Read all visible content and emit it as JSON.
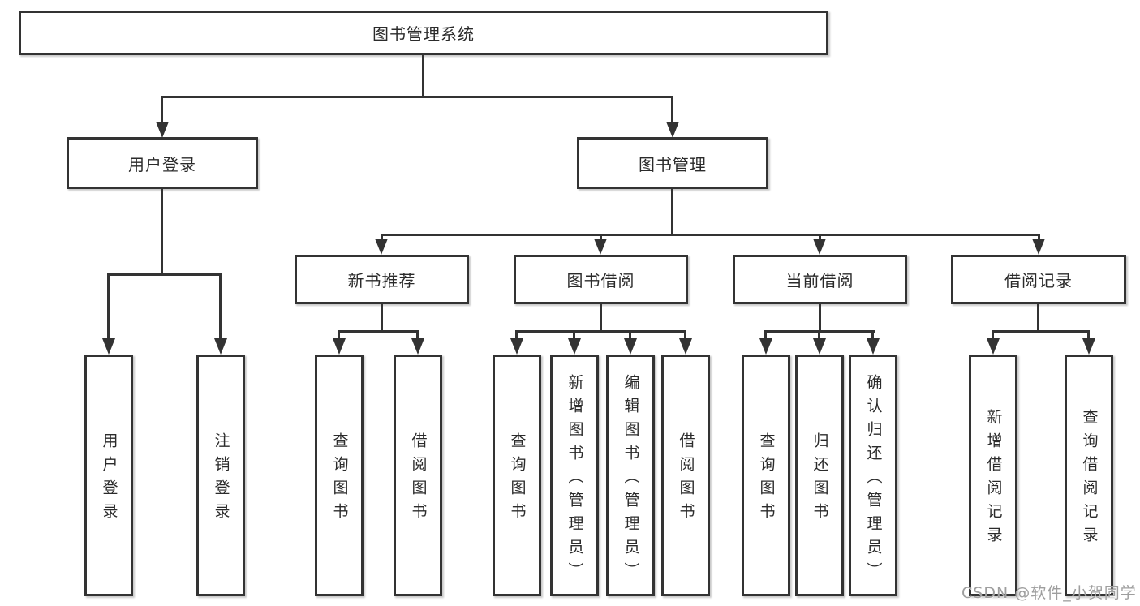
{
  "diagram": {
    "title": "图书管理系统",
    "type": "hierarchy-tree",
    "colors": {
      "line": "#333333",
      "box_border": "#333333",
      "text": "#2b2b2b",
      "watermark": "#9e9e9e",
      "background": "#ffffff"
    },
    "nodes": {
      "root": "图书管理系统",
      "userLogin": "用户登录",
      "bookMgmt": "图书管理",
      "newBookRec": "新书推荐",
      "bookBorrow": "图书借阅",
      "currentBorrow": "当前借阅",
      "borrowRecord": "借阅记录",
      "leafUserLogin": "用户登录",
      "leafLogout": "注销登录",
      "leafQueryBook1": "查询图书",
      "leafBorrowBook1": "借阅图书",
      "leafQueryBook2": "查询图书",
      "leafAddBook": "新增图书（管理员）",
      "leafEditBook": "编辑图书（管理员）",
      "leafBorrowBook2": "借阅图书",
      "leafQueryBook3": "查询图书",
      "leafReturnBook": "归还图书",
      "leafConfirmReturn": "确认归还（管理员）",
      "leafAddRecord": "新增借阅记录",
      "leafQueryRecord": "查询借阅记录"
    },
    "structure": {
      "root": [
        "userLogin",
        "bookMgmt"
      ],
      "userLogin": [
        "leafUserLogin",
        "leafLogout"
      ],
      "bookMgmt": [
        "newBookRec",
        "bookBorrow",
        "currentBorrow",
        "borrowRecord"
      ],
      "newBookRec": [
        "leafQueryBook1",
        "leafBorrowBook1"
      ],
      "bookBorrow": [
        "leafQueryBook2",
        "leafAddBook",
        "leafEditBook",
        "leafBorrowBook2"
      ],
      "currentBorrow": [
        "leafQueryBook3",
        "leafReturnBook",
        "leafConfirmReturn"
      ],
      "borrowRecord": [
        "leafAddRecord",
        "leafQueryRecord"
      ]
    },
    "watermark": "CSDN @软件_小贺同学"
  }
}
